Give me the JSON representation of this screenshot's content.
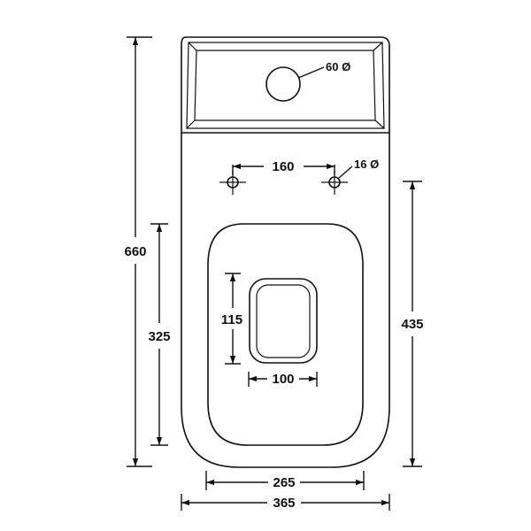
{
  "labels": {
    "cistern_hole_dia": "60 Ø",
    "fixing_hole_dia": "16 Ø",
    "fixing_centres": "160",
    "overall_length": "660",
    "bowl_front_to_centre": "325",
    "inner_opening_length": "115",
    "inner_opening_width": "100",
    "pan_length": "435",
    "seat_width": "265",
    "overall_width": "365"
  },
  "colors": {
    "line": "#111111",
    "background": "#ffffff"
  }
}
